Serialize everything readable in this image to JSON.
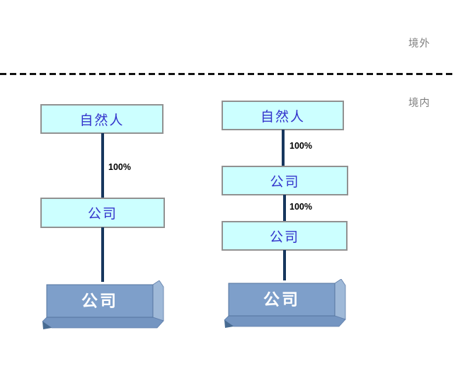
{
  "regions": {
    "offshore_label": "境外",
    "onshore_label": "境内"
  },
  "divider": {
    "style": "dashed",
    "color": "#111111"
  },
  "colors": {
    "flat_box_fill": "#ccffff",
    "flat_box_border": "#919191",
    "flat_box_text": "#3333cc",
    "connector": "#17375e",
    "cube_face": "#7e9fca",
    "cube_side": "#9fb9d8",
    "cube_bottom": "#7495c1",
    "cube_tip": "#476b92",
    "cube_edge": "#5e7da9",
    "cube_text": "#ffffff",
    "pct_label_text": "#000000",
    "region_label_text": "#7f7f7f"
  },
  "left_structure": {
    "nodes": [
      {
        "label": "自然人",
        "type": "flat"
      },
      {
        "label": "公司",
        "type": "flat"
      },
      {
        "label": "公司",
        "type": "cube"
      }
    ],
    "edges": [
      {
        "label": "100%"
      },
      {
        "label": ""
      }
    ]
  },
  "right_structure": {
    "nodes": [
      {
        "label": "自然人",
        "type": "flat"
      },
      {
        "label": "公司",
        "type": "flat"
      },
      {
        "label": "公司",
        "type": "flat"
      },
      {
        "label": "公司",
        "type": "cube"
      }
    ],
    "edges": [
      {
        "label": "100%"
      },
      {
        "label": "100%"
      },
      {
        "label": ""
      }
    ]
  }
}
